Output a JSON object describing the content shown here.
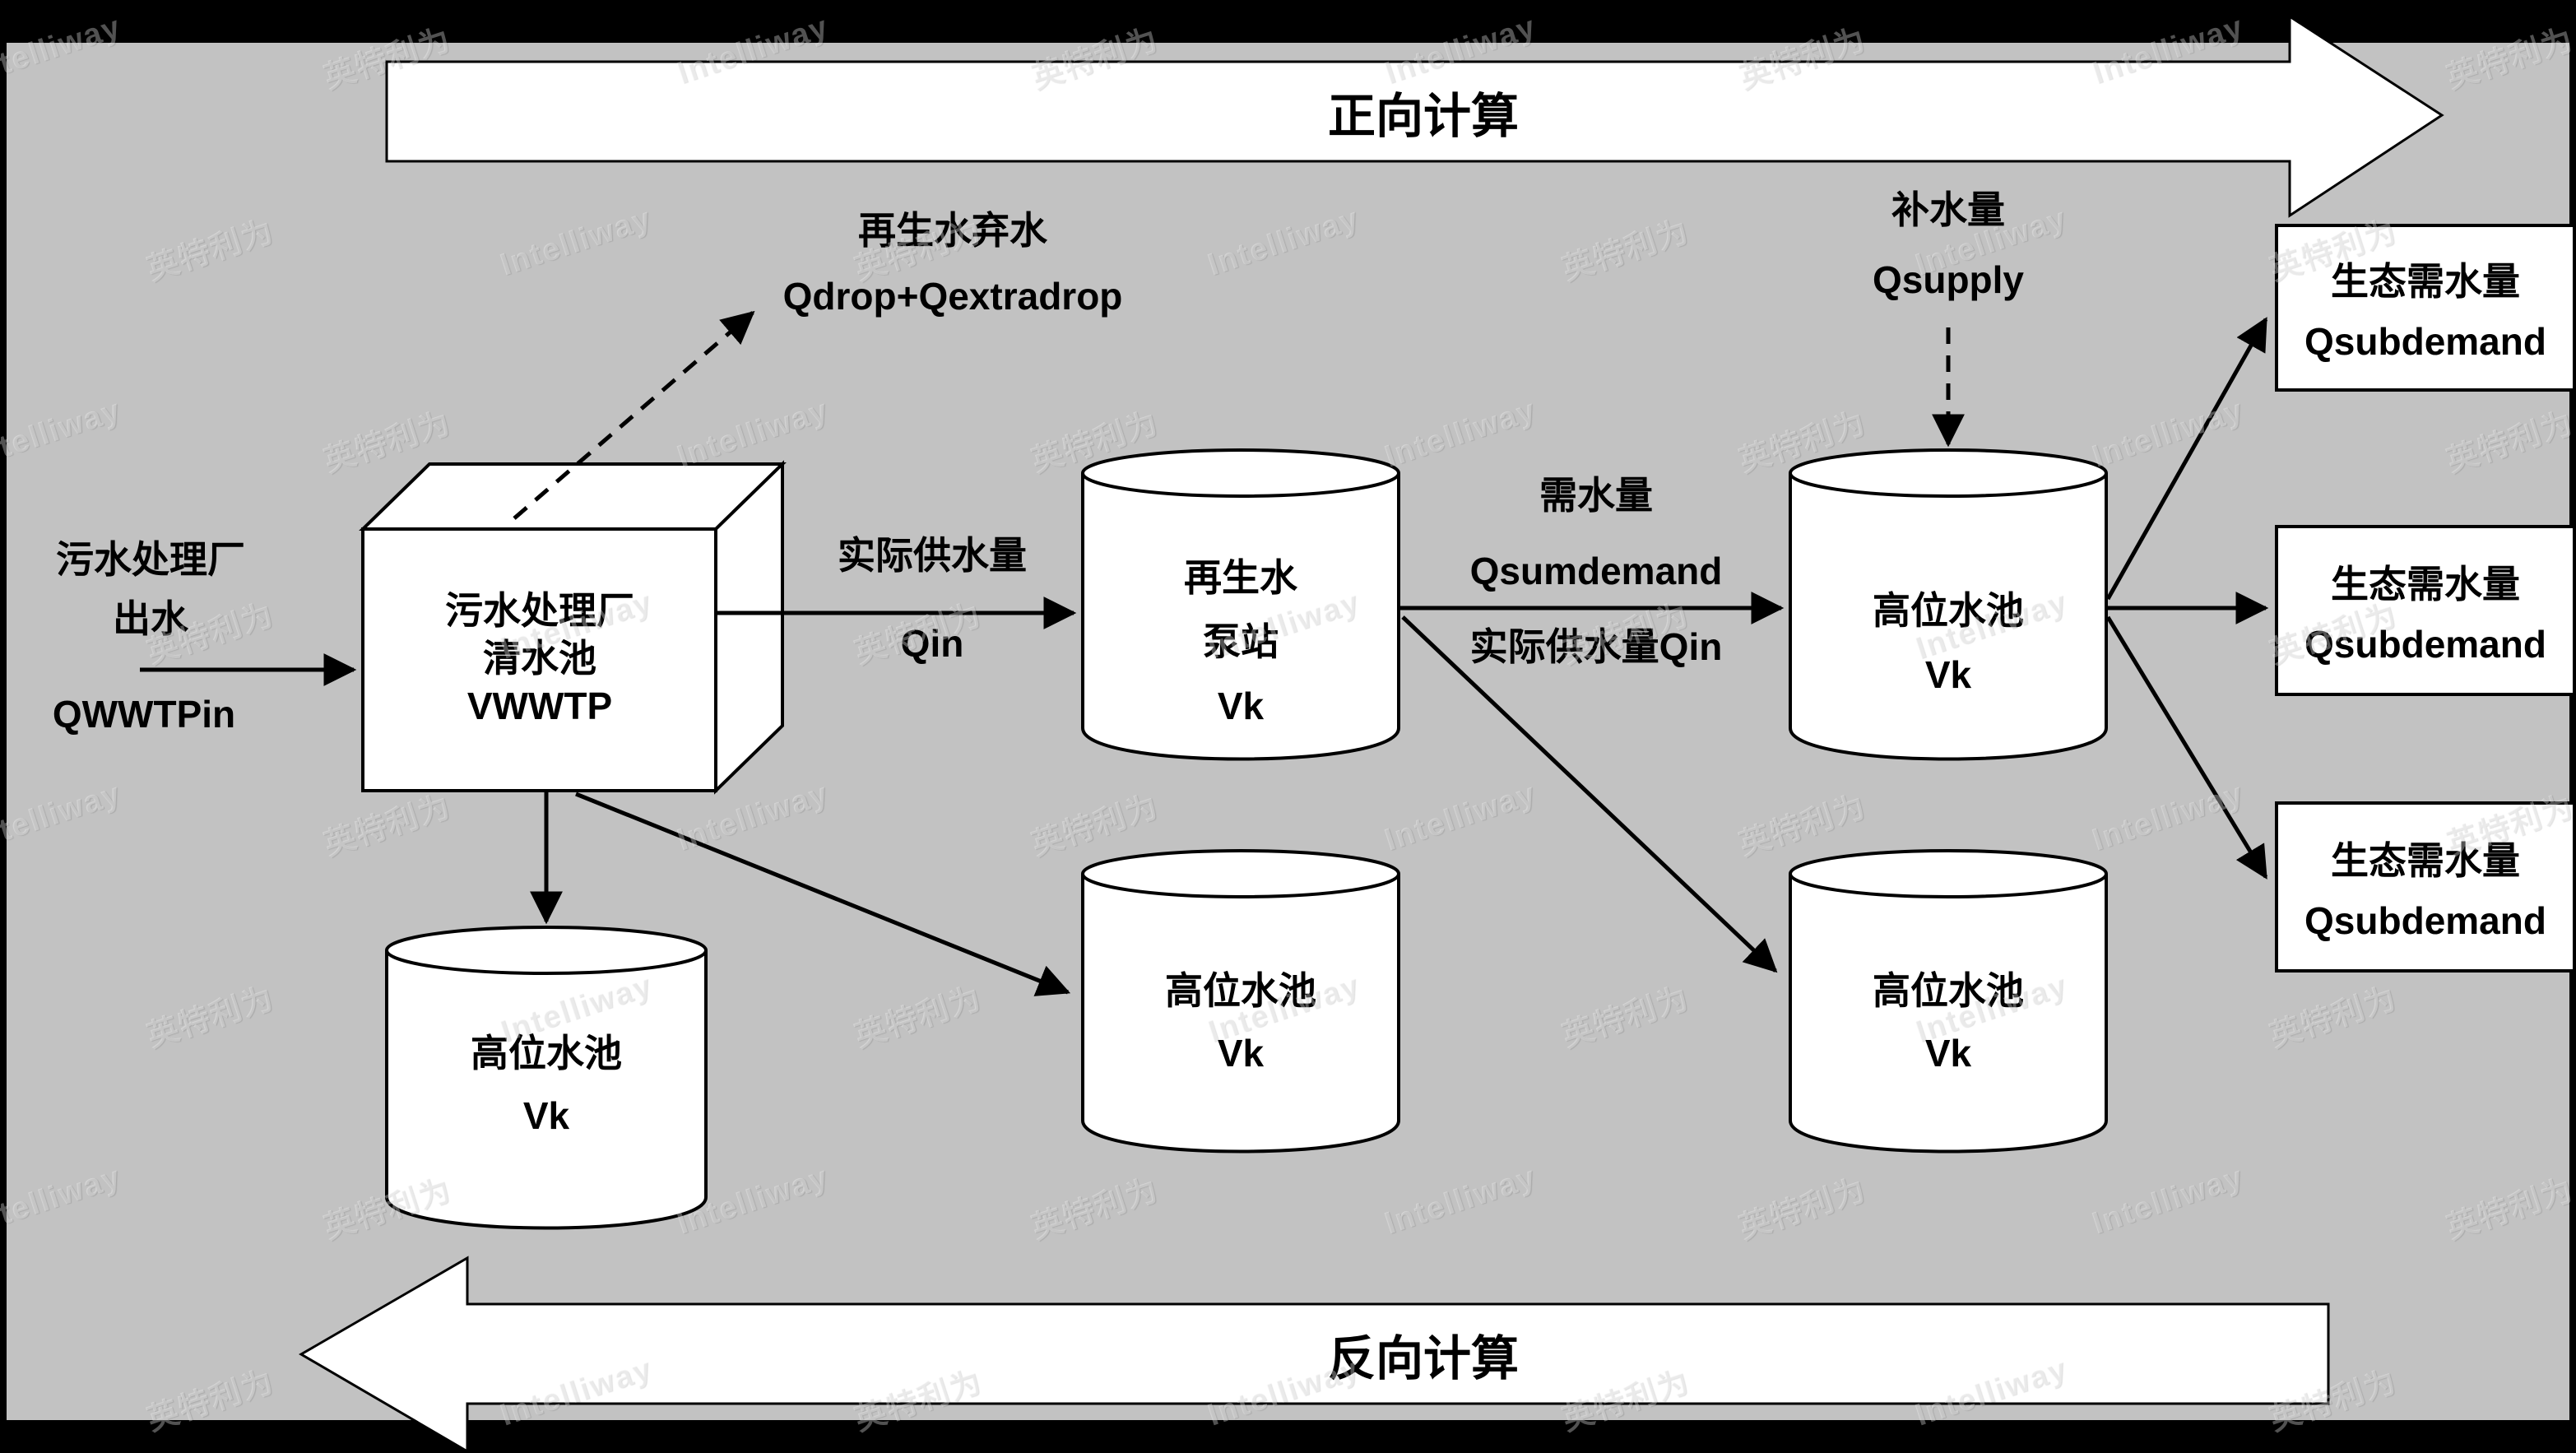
{
  "banners": {
    "forward": "正向计算",
    "backward": "反向计算"
  },
  "watermark": {
    "latin": "Intelliway",
    "cjk": "英特利为"
  },
  "source": {
    "line1": "污水处理厂",
    "line2": "出水",
    "var": "QWWTPin"
  },
  "wwtp": {
    "line1": "污水处理厂",
    "line2": "清水池",
    "var": "VWWTP"
  },
  "drop": {
    "line1": "再生水弃水",
    "line2": "Qdrop+Qextradrop"
  },
  "qin": {
    "label": "实际供水量",
    "var": "Qin"
  },
  "pump": {
    "line1": "再生水",
    "line2": "泵站",
    "var": "Vk"
  },
  "demand": {
    "line1": "需水量",
    "line2": "Qsumdemand",
    "line3": "实际供水量Qin"
  },
  "supply": {
    "line1": "补水量",
    "line2": "Qsupply"
  },
  "tanks": {
    "top_right": {
      "line1": "高位水池",
      "var": "Vk"
    },
    "bottom_left": {
      "line1": "高位水池",
      "var": "Vk"
    },
    "bottom_middle": {
      "line1": "高位水池",
      "var": "Vk"
    },
    "bottom_right": {
      "line1": "高位水池",
      "var": "Vk"
    }
  },
  "eco": {
    "box1": {
      "line1": "生态需水量",
      "line2": "Qsubdemand"
    },
    "box2": {
      "line1": "生态需水量",
      "line2": "Qsubdemand"
    },
    "box3": {
      "line1": "生态需水量",
      "line2": "Qsubdemand"
    }
  },
  "colors": {
    "background": "#c2c2c2",
    "shape_fill": "#ffffff",
    "stroke": "#000000"
  }
}
